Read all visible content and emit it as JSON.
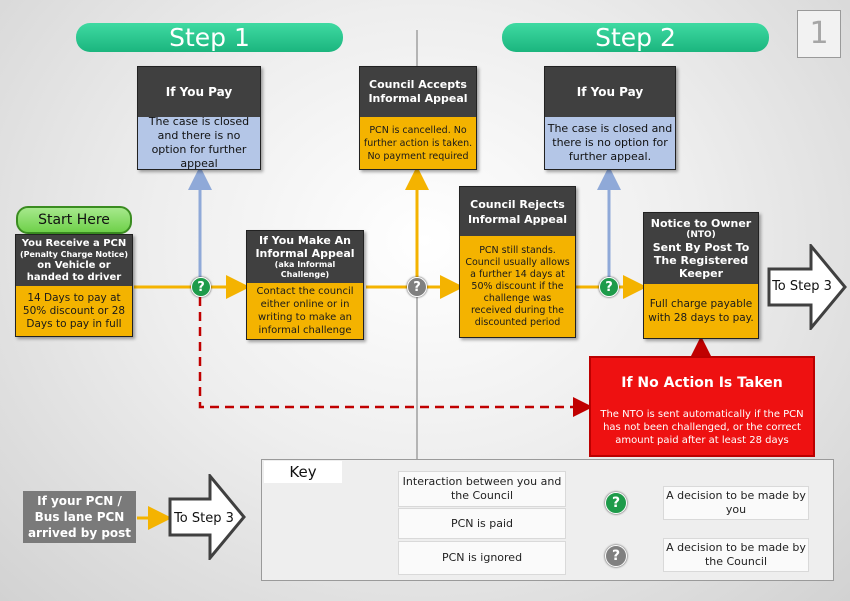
{
  "banners": {
    "step1": "Step 1",
    "step2": "Step 2"
  },
  "page_number": "1",
  "start": {
    "label": "Start Here",
    "title": "You Receive a PCN",
    "subtitle": "(Penalty Charge Notice)",
    "title2": "on Vehicle or handed to driver",
    "body": "14 Days to pay at 50% discount or 28 Days to pay in full"
  },
  "informal_appeal": {
    "title": "If You Make An Informal Appeal",
    "subtitle": "(aka Informal Challenge)",
    "body": "Contact the council either online or in writing to make an informal challenge"
  },
  "pay1": {
    "title": "If You Pay",
    "body": "The case is closed and there is no option for further appeal"
  },
  "accepts": {
    "title": "Council Accepts Informal Appeal",
    "body": "PCN is cancelled. No further action is taken. No payment required"
  },
  "rejects": {
    "title": "Council Rejects Informal Appeal",
    "body": "PCN still stands. Council usually allows a further 14 days at 50% discount if the challenge was received during the discounted period"
  },
  "pay2": {
    "title": "If You Pay",
    "body": "The case is closed and there is no option for further appeal."
  },
  "nto": {
    "title": "Notice to Owner",
    "abbr": "(NTO)",
    "title2": "Sent By Post To The Registered Keeper",
    "body": "Full charge payable with 28 days to pay."
  },
  "to_step3_main": "To Step 3",
  "no_action": {
    "title": "If No Action Is Taken",
    "body": "The NTO is sent automatically if the PCN has not been challenged, or the correct amount paid after at least 28 days"
  },
  "post": {
    "label": "If your PCN / Bus lane PCN arrived by post",
    "to_step3": "To Step 3"
  },
  "key": {
    "title": "Key",
    "interaction": "Interaction between you and the Council",
    "paid": "PCN is paid",
    "ignored": "PCN is ignored",
    "decision_you": "A decision to be made by you",
    "decision_council": "A decision to be made by the Council"
  },
  "decision_symbol": "?",
  "colors": {
    "yellow": "#f4b300",
    "blue": "#8fa9d8",
    "red_dash": "#c00000",
    "green": "#1e9b4a",
    "gray": "#808080"
  }
}
